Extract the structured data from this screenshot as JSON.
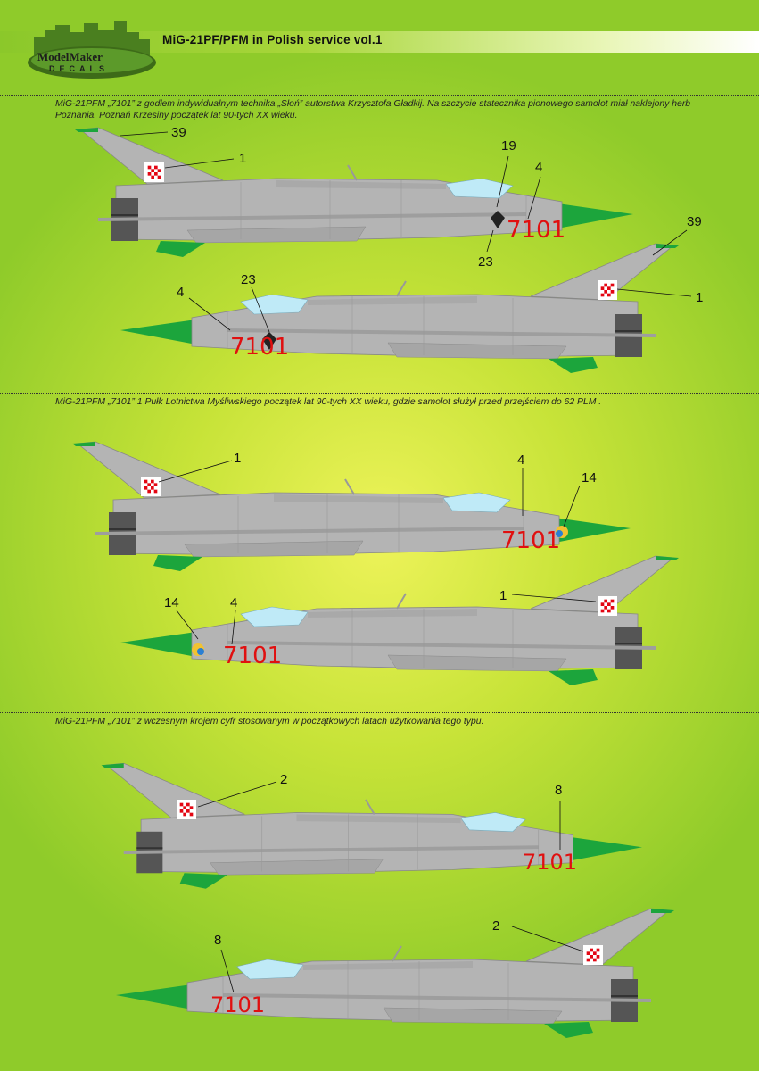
{
  "header": {
    "title": "MiG-21PF/PFM in Polish service vol.1",
    "logo_top": "ModelMaker",
    "logo_bottom": "DECALS"
  },
  "colors": {
    "aircraft_grey": "#b4b4b4",
    "antiglare_green": "#1ca53c",
    "serial_red": "#e01010",
    "checker_red": "#e30613",
    "background_green": "#8fcb2a",
    "background_yellow": "#eef35a"
  },
  "sections": [
    {
      "caption": "MiG-21PFM „7101” z godłem indywidualnym technika „Słoń” autorstwa Krzysztofa Gładkij. Na szczycie statecznika pionowego samolot miał naklejony herb Poznania. Poznań Krzesiny początek lat 90-tych XX wieku.",
      "left_view": {
        "serial": "7101",
        "callouts": [
          "39",
          "1",
          "19",
          "4",
          "23"
        ]
      },
      "right_view": {
        "serial": "7101",
        "callouts": [
          "39",
          "1",
          "4",
          "23"
        ]
      }
    },
    {
      "caption": "MiG-21PFM „7101” 1 Pułk Lotnictwa Myśliwskiego początek lat  90-tych XX wieku, gdzie samolot służył przed przejściem do 62 PLM .",
      "left_view": {
        "serial": "7101",
        "callouts": [
          "1",
          "4",
          "14"
        ]
      },
      "right_view": {
        "serial": "7101",
        "callouts": [
          "1",
          "14",
          "4"
        ]
      }
    },
    {
      "caption": "MiG-21PFM „7101” z wczesnym krojem cyfr stosowanym w początkowych latach użytkowania tego typu.",
      "left_view": {
        "serial": "7101",
        "callouts": [
          "2",
          "8"
        ]
      },
      "right_view": {
        "serial": "7101",
        "callouts": [
          "2",
          "8"
        ]
      }
    }
  ]
}
